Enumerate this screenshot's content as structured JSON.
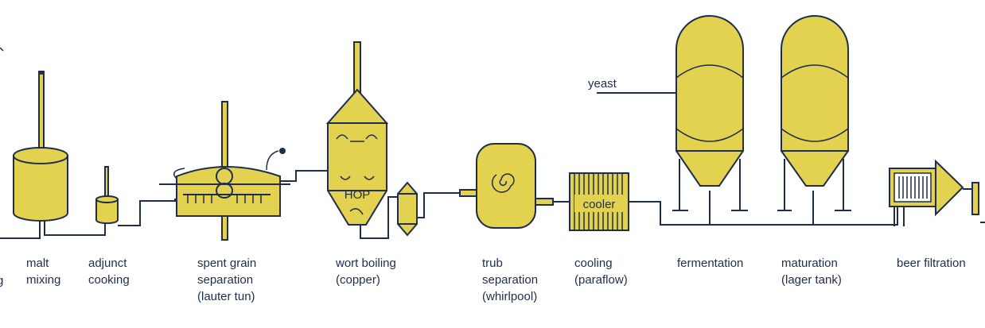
{
  "colors": {
    "equipment": "#e3d24f",
    "outline": "#1f2d4a",
    "background": "#ffffff"
  },
  "stages": [
    {
      "id": "milling-partial",
      "lines": [
        "g"
      ]
    },
    {
      "id": "malt-mixing",
      "lines": [
        "malt",
        "mixing"
      ]
    },
    {
      "id": "adjunct-cooking",
      "lines": [
        "adjunct",
        "cooking"
      ]
    },
    {
      "id": "spent-grain-separation",
      "lines": [
        "spent grain",
        "separation",
        "(lauter tun)"
      ]
    },
    {
      "id": "wort-boiling",
      "lines": [
        "wort boiling",
        "(copper)"
      ]
    },
    {
      "id": "trub-separation",
      "lines": [
        "trub",
        "separation",
        "(whirlpool)"
      ]
    },
    {
      "id": "cooling",
      "lines": [
        "cooling",
        "(paraflow)"
      ]
    },
    {
      "id": "fermentation",
      "lines": [
        "fermentation"
      ]
    },
    {
      "id": "maturation",
      "lines": [
        "maturation",
        "(lager tank)"
      ]
    },
    {
      "id": "beer-filtration",
      "lines": [
        "beer filtration"
      ]
    }
  ],
  "equipment_labels": {
    "hop": "HOP",
    "cooler": "cooler",
    "yeast": "yeast"
  }
}
